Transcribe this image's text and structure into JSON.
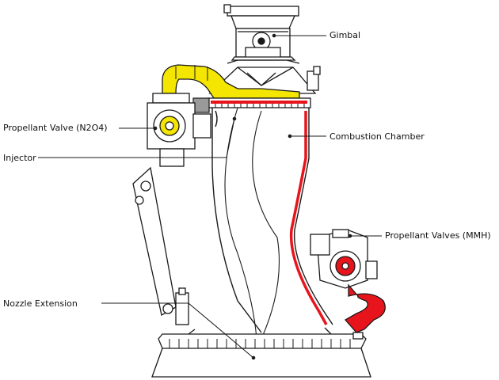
{
  "labels": {
    "gimbal": "Gimbal",
    "propellant_valve_n2o4": "Propellant Valve (N2O4)",
    "injector": "Injector",
    "combustion_chamber": "Combustion Chamber",
    "propellant_valves_mmh": "Propellant Valves (MMH)",
    "nozzle_extension": "Nozzle Extension"
  },
  "colors": {
    "oxidizer_line": "#f4e600",
    "fuel_line": "#e8141c",
    "outline": "#1a1a1a",
    "background": "#ffffff"
  }
}
